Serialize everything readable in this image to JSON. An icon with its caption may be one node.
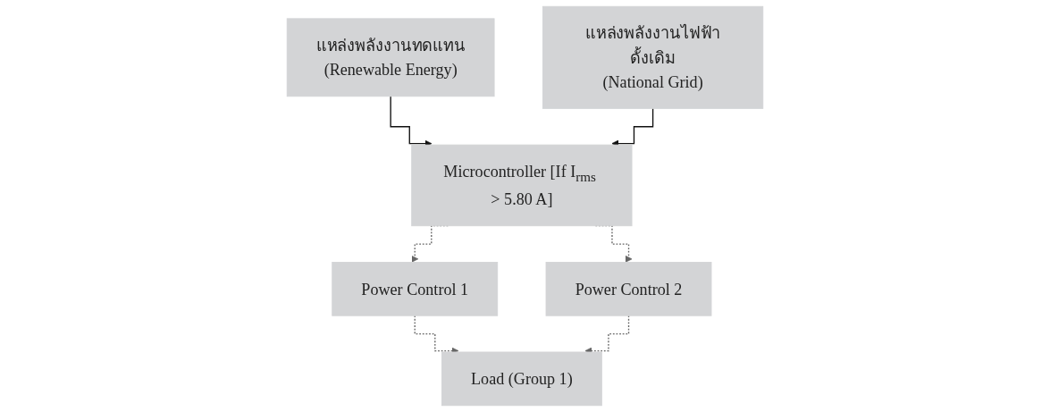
{
  "diagram": {
    "nodes": [
      {
        "text": [
          "แหล่งพลังงานทดแทน",
          "(Renewable Energy)"
        ]
      },
      {
        "text": [
          "แหล่งพลังงานไฟฟ้าดั้งเดิม",
          "(National Grid)"
        ]
      },
      {
        "text": [
          "Microcontroller [If I$_{rms}$ > 5.80 A]"
        ]
      },
      {
        "text": [
          "Power Control 1"
        ]
      },
      {
        "text": [
          "Power Control 2"
        ]
      },
      {
        "text": [
          "Load (Group 1)"
        ]
      }
    ],
    "edges": [
      {
        "from": 0,
        "to": 2,
        "arrow": "to"
      },
      {
        "from": 1,
        "to": 2,
        "arrow": "to"
      },
      {
        "from": 2,
        "to": 3,
        "arrow": "to",
        "style": "dashed",
        "color": "#666666"
      },
      {
        "from": 2,
        "to": 4,
        "arrow": "to",
        "style": "dashed",
        "color": "#666666"
      },
      {
        "from": 3,
        "to": 5,
        "arrow": "to",
        "style": "dashed",
        "color": "#666666"
      },
      {
        "from": 4,
        "to": 5,
        "arrow": "to",
        "style": "dashed",
        "color": "#666666"
      }
    ]
  }
}
